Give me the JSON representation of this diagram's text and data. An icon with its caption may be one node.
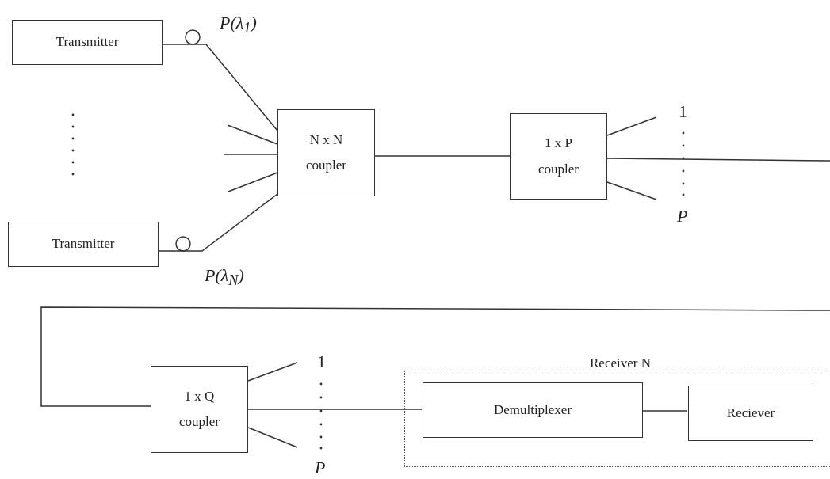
{
  "diagram": {
    "nodes": [
      {
        "text": [
          "Transmitter"
        ]
      },
      {
        "text": [
          "Transmitter"
        ]
      },
      {
        "text": [
          "N x N coupler"
        ]
      },
      {
        "text": [
          "1 x P coupler"
        ]
      },
      {
        "text": [
          "1 x Q coupler"
        ]
      },
      {
        "text": [
          "Receiver N"
        ]
      },
      {
        "text": [
          "Demultiplexer"
        ],
        "in": 5
      },
      {
        "text": [
          "Reciever"
        ],
        "in": 5
      }
    ],
    "edges": [
      {
        "from": 0,
        "to": 2,
        "arrow": "none"
      },
      {
        "from": 1,
        "to": 2,
        "arrow": "none"
      },
      {
        "from": 2,
        "to": 3,
        "arrow": "none"
      },
      {
        "from": 3,
        "to": null,
        "arrow": "none"
      },
      {
        "from": null,
        "to": 4,
        "arrow": "none"
      },
      {
        "from": 4,
        "to": 6,
        "arrow": "none"
      },
      {
        "from": 6,
        "to": 7,
        "arrow": "none"
      }
    ],
    "labels": [
      "P(λ$_{1}$)",
      "1",
      "P",
      "P(λ$_{N}$)",
      "1",
      "P"
    ]
  }
}
